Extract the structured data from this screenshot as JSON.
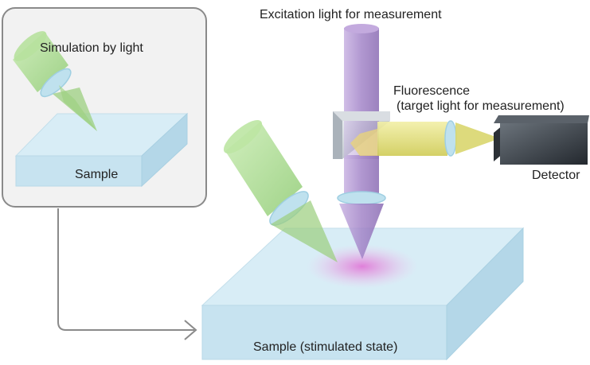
{
  "labels": {
    "excitation": "Excitation light for measurement",
    "fluorescence_line1": "Fluorescence",
    "fluorescence_line2": "(target light for measurement)",
    "detector": "Detector",
    "inset_title": "Simulation by light",
    "inset_sample": "Sample",
    "main_sample": "Sample (stimulated state)"
  },
  "colors": {
    "excitation_beam": "#a98bcc",
    "stimulation_beam": "#a6d68a",
    "fluorescence_beam": "#e4e07a",
    "lens": "#bfe1ee",
    "sample_top": "#d8edf6",
    "sample_side": "#c3e1ef",
    "detector_body": "#3a4047",
    "fluorescence_spot": "#e07ad8",
    "arrow": "#8a8a8a",
    "inset_border": "#8a8a8a",
    "inset_background": "#f2f2f2"
  }
}
